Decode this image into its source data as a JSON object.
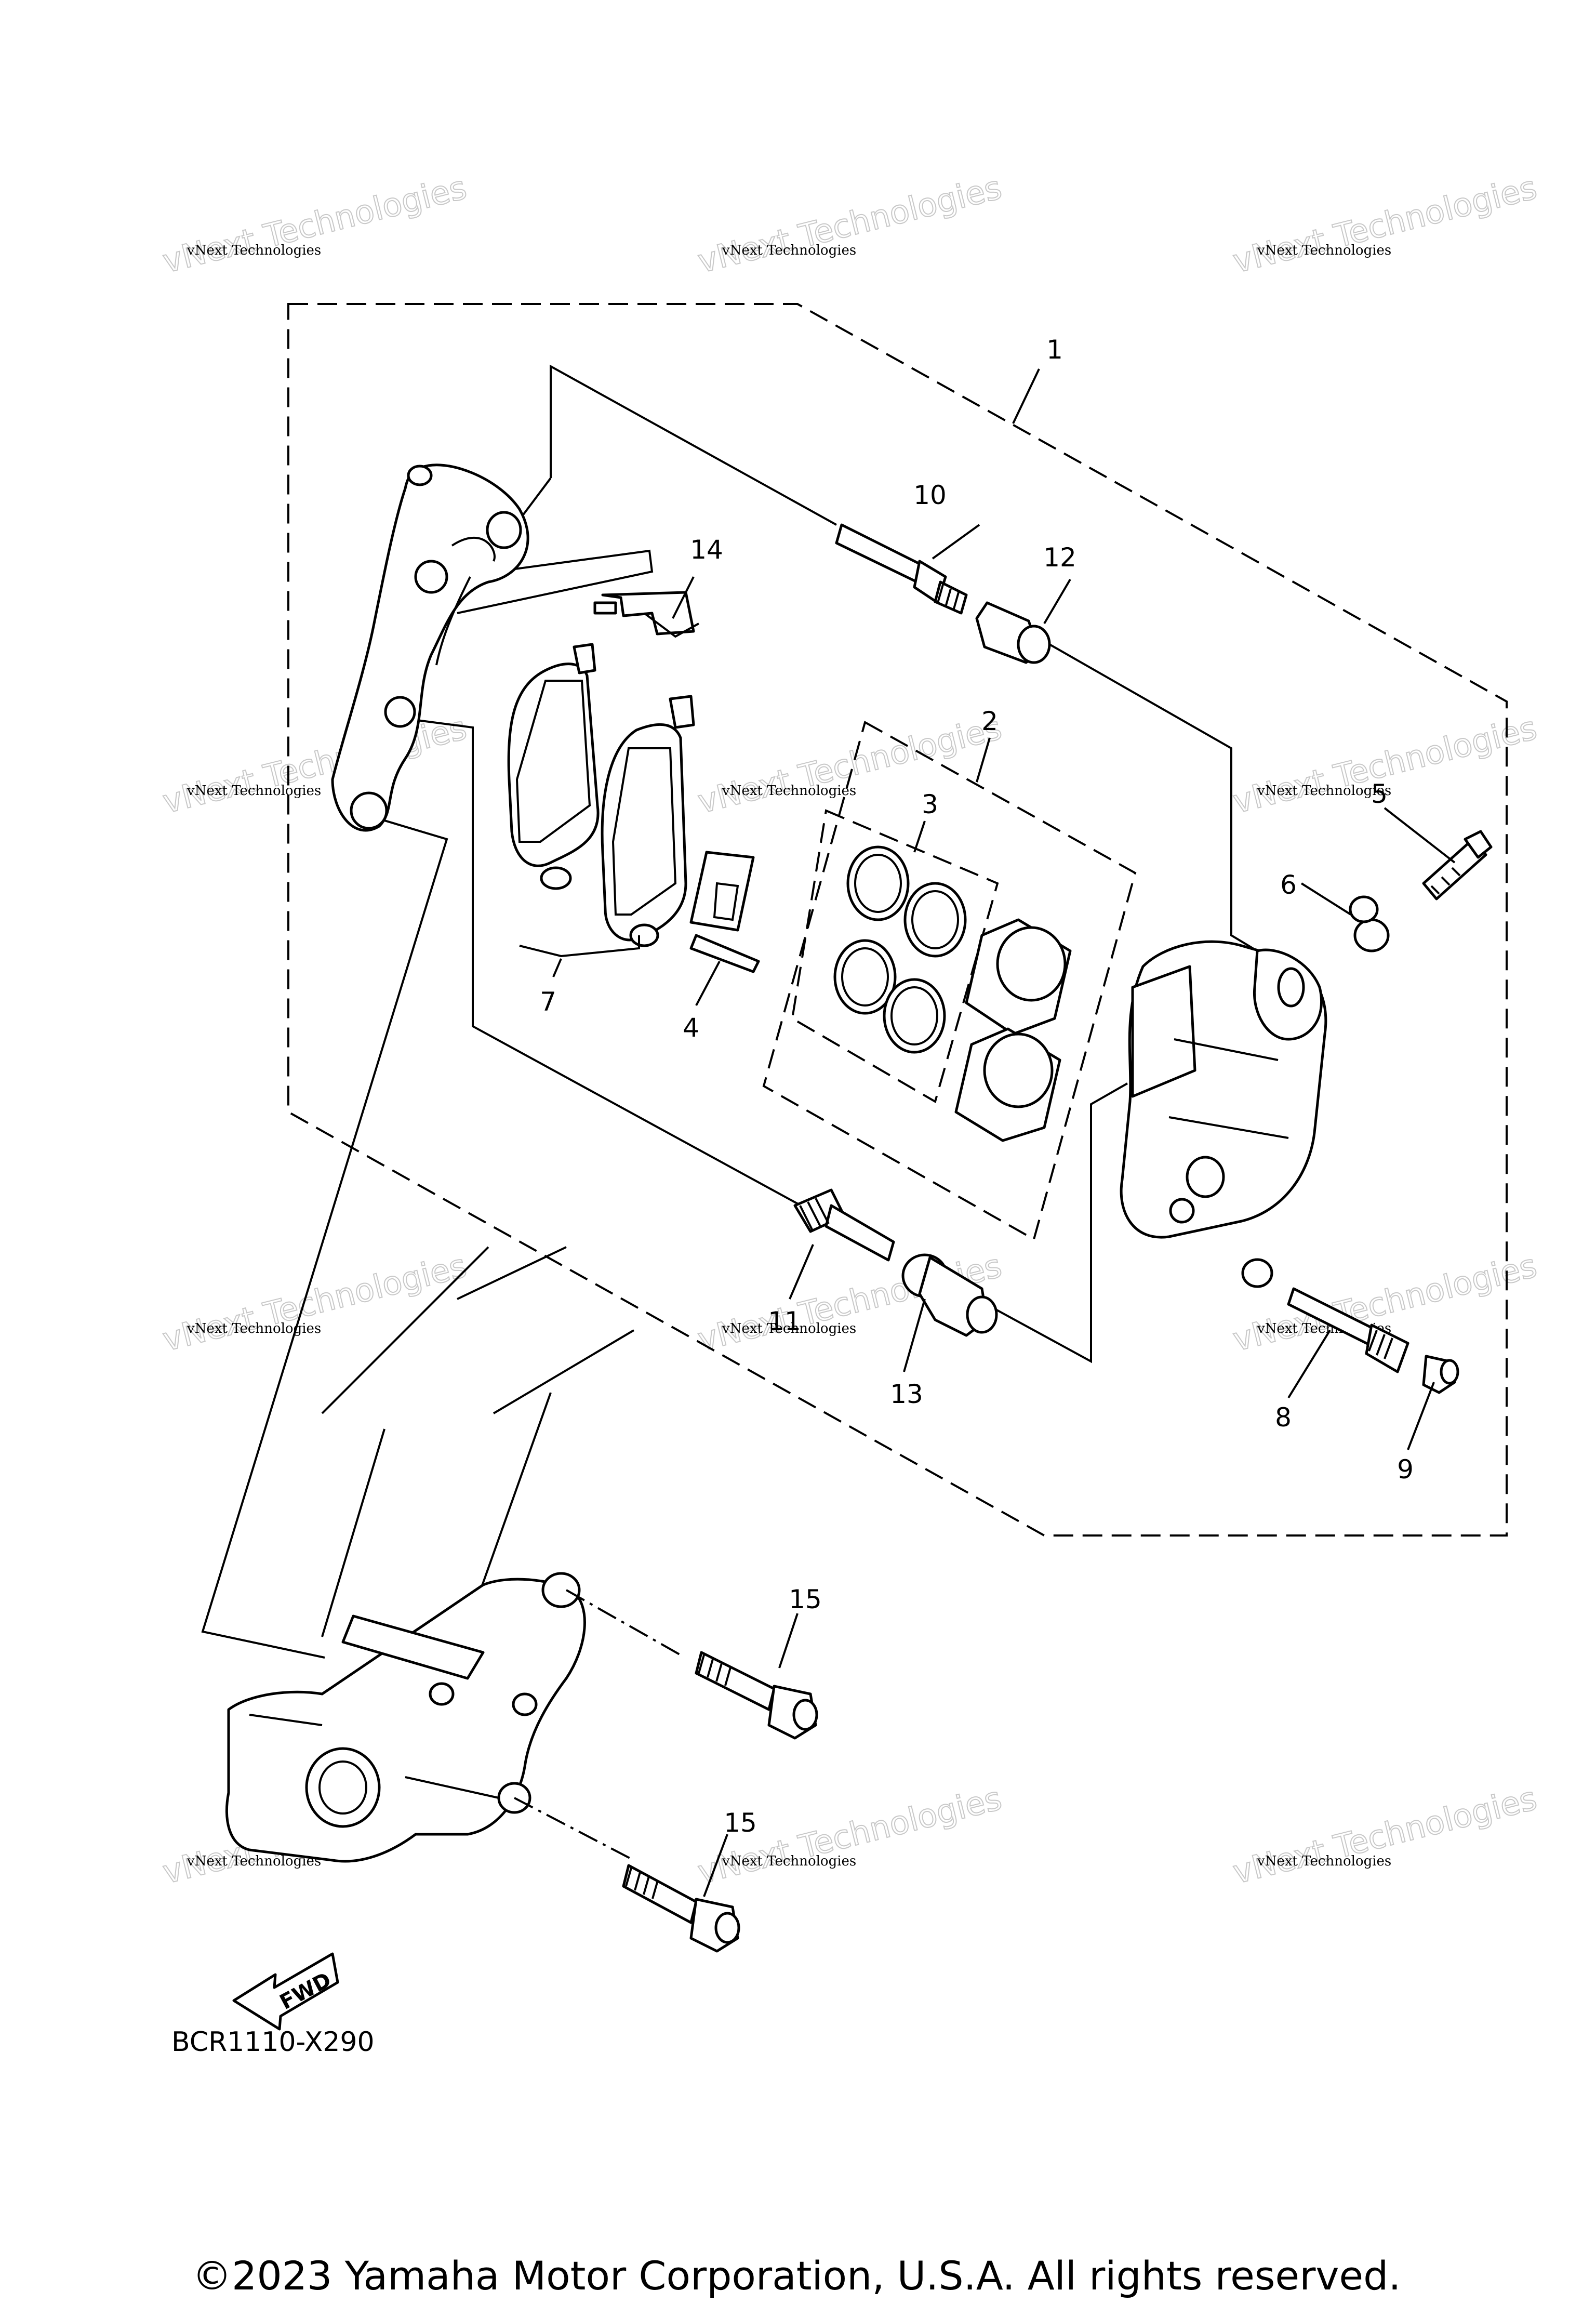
{
  "diagram": {
    "code": "BCR1110-X290",
    "copyright": "©2023 Yamaha Motor Corporation, U.S.A. All rights reserved.",
    "fwd_label": "FWD",
    "callouts": [
      "1",
      "2",
      "3",
      "4",
      "5",
      "6",
      "7",
      "8",
      "9",
      "10",
      "11",
      "12",
      "13",
      "14",
      "15",
      "15"
    ],
    "watermark": {
      "line1": "vNext Technologies",
      "ghost": "vNext Technologies"
    }
  }
}
